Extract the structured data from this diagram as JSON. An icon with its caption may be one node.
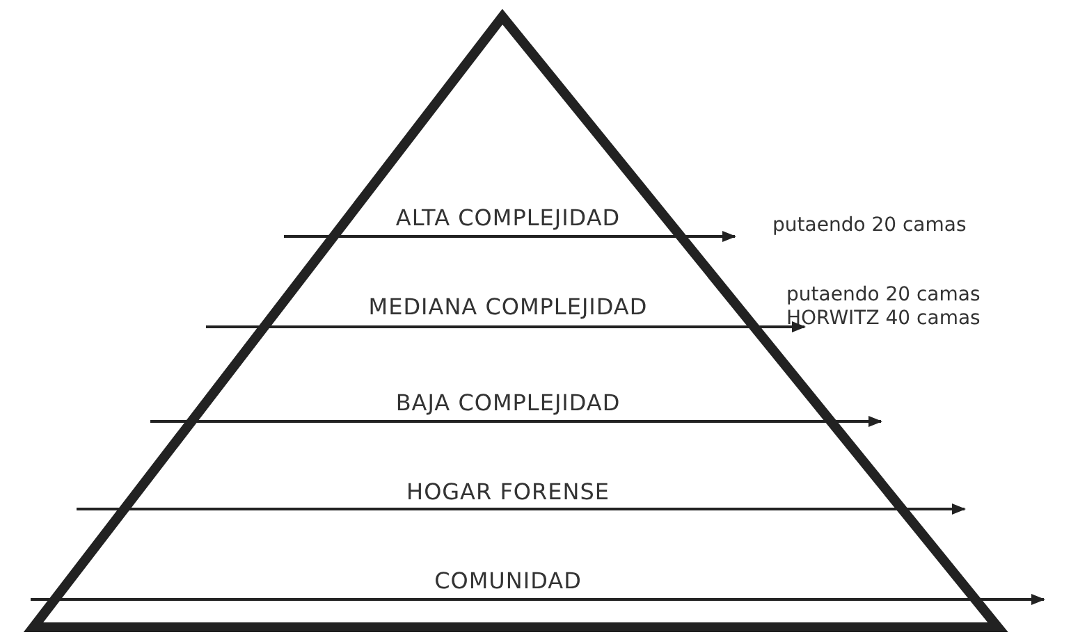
{
  "diagram": {
    "labels": [
      "ALTA COMPLEJIDAD",
      "putaendo 20 camas",
      "MEDIANA COMPLEJIDAD",
      "putaendo 20 camas HORWITZ 40 camas",
      "BAJA COMPLEJIDAD",
      "HOGAR FORENSE",
      "COMUNIDAD"
    ]
  }
}
